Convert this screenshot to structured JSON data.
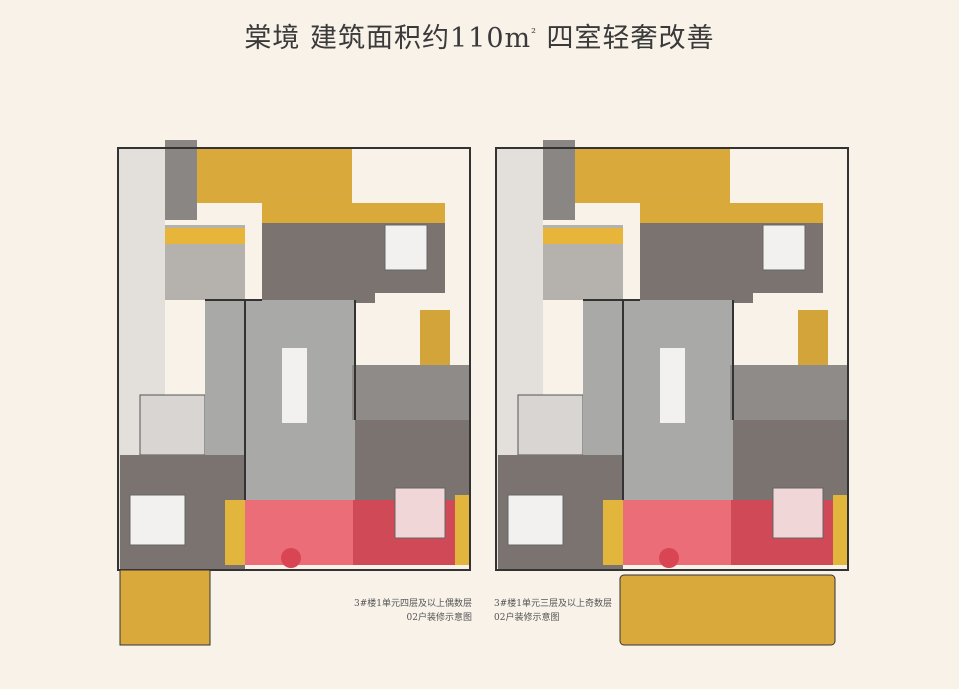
{
  "title": {
    "main": "棠境 建筑面积约110m",
    "sup": "²",
    "suffix": " 四室轻奢改善"
  },
  "plans": [
    {
      "caption_line1": "3#楼1单元四层及以上偶数层",
      "caption_line2": "02户装修示意图"
    },
    {
      "caption_line1": "3#楼1单元三层及以上奇数层",
      "caption_line2": "02户装修示意图"
    }
  ],
  "colors": {
    "background": "#f8f2e9",
    "highlight_yellow": "#e8b93a",
    "highlight_red": "#ec6f7a",
    "floor_grey": "#a8a8a8",
    "wood_dark": "#6d6562"
  }
}
